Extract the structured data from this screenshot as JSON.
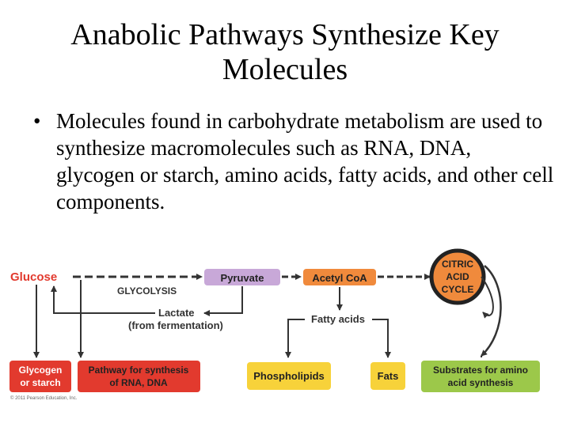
{
  "slide": {
    "title": "Anabolic Pathways Synthesize Key Molecules",
    "bullet": "Molecules found in carbohydrate metabolism are used to synthesize macromolecules such as RNA, DNA, glycogen or starch, amino acids, fatty acids, and other cell components."
  },
  "diagram": {
    "glucose": "Glucose",
    "glycolysis": "GLYCOLYSIS",
    "pyruvate": "Pyruvate",
    "acetyl_coa": "Acetyl CoA",
    "citric_line1": "CITRIC",
    "citric_line2": "ACID",
    "citric_line3": "CYCLE",
    "lactate_line1": "Lactate",
    "lactate_line2": "(from fermentation)",
    "fatty_acids": "Fatty acids",
    "glycogen_line1": "Glycogen",
    "glycogen_line2": "or starch",
    "rna_dna_line1": "Pathway for synthesis",
    "rna_dna_line2": "of RNA, DNA",
    "phospholipids": "Phospholipids",
    "fats": "Fats",
    "amino_line1": "Substrates for amino",
    "amino_line2": "acid synthesis",
    "copyright": "© 2011 Pearson Education, Inc.",
    "colors": {
      "red": "#e23a2e",
      "purple": "#c8a8d8",
      "orange": "#f08a3c",
      "yellow": "#f7d23a",
      "green": "#9cc84a",
      "dark": "#333333"
    }
  }
}
